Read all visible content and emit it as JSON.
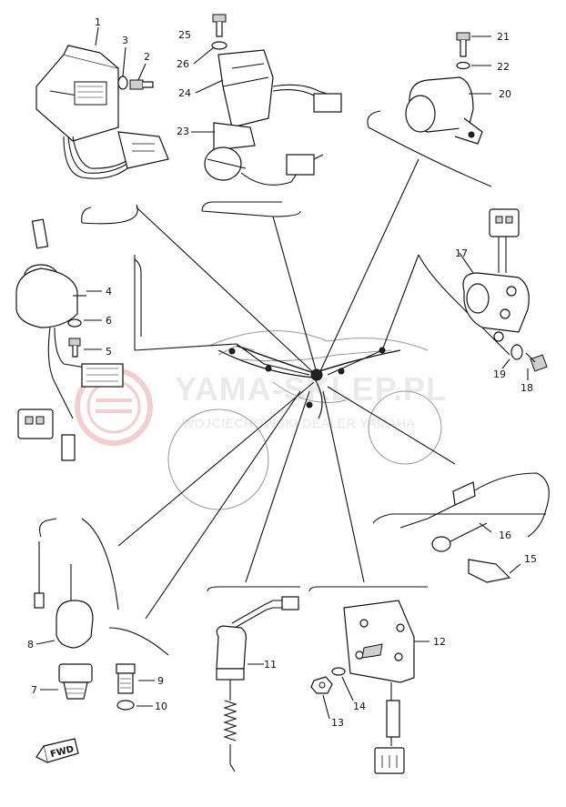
{
  "callouts": [
    "1",
    "2",
    "3",
    "4",
    "5",
    "6",
    "7",
    "8",
    "9",
    "10",
    "11",
    "12",
    "13",
    "14",
    "15",
    "16",
    "17",
    "18",
    "19",
    "20",
    "21",
    "22",
    "23",
    "24",
    "25",
    "26"
  ],
  "watermark": {
    "brand": "YAMA-SKLEP.PL",
    "subtitle": "WOJCIECHOWSKI DEALER YAMAHA"
  },
  "fwd_label": "FWD"
}
